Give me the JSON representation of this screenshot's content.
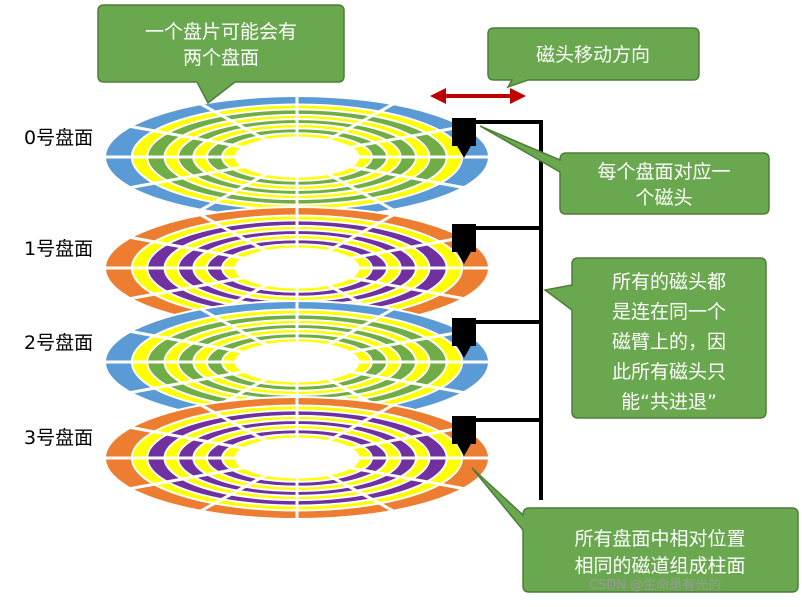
{
  "platter_labels": [
    "0号盘面",
    "1号盘面",
    "2号盘面",
    "3号盘面"
  ],
  "callouts": {
    "two_surfaces": [
      "一个盘片可能会有",
      "两个盘面"
    ],
    "head_direction": [
      "磁头移动方向"
    ],
    "head_per_surface": [
      "每个盘面对应一",
      "个磁头"
    ],
    "same_arm": [
      "所有的磁头都",
      "是连在同一个",
      "磁臂上的，因",
      "此所有磁头只",
      "能“共进退”"
    ],
    "cylinder": [
      "所有盘面中相对位置",
      "相同的磁道组成柱面"
    ]
  },
  "watermark": "CSDN @生命是有光的",
  "colors": {
    "callout_fill": "#6aa84f",
    "callout_stroke": "#4e7d38",
    "arm": "#000000",
    "direction_arrow": "#c00000",
    "blue_surface": [
      "#5b9bd5",
      "#ffff00",
      "#70ad47"
    ],
    "orange_surface": [
      "#ed7d31",
      "#ffff00",
      "#7030a0"
    ]
  },
  "icons": [
    "read-write-head-icon",
    "double-arrow-icon"
  ]
}
